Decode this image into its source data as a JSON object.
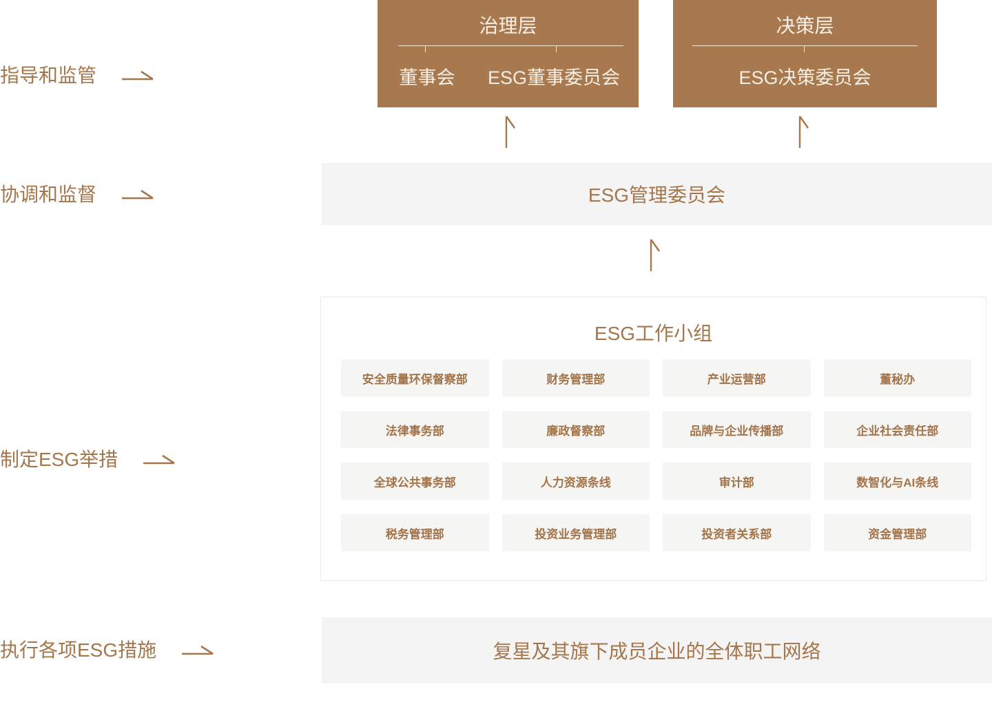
{
  "row_labels": [
    {
      "text": "指导和监管"
    },
    {
      "text": "协调和监督"
    },
    {
      "text": "制定ESG举措"
    },
    {
      "text": "执行各项ESG措施"
    }
  ],
  "governance_box": {
    "title": "治理层",
    "items": [
      "董事会",
      "ESG董事委员会"
    ]
  },
  "decision_box": {
    "title": "决策层",
    "items": [
      "ESG决策委员会"
    ]
  },
  "management_bar": {
    "label": "ESG管理委员会"
  },
  "working_group": {
    "title": "ESG工作小组",
    "departments": [
      "安全质量环保督察部",
      "财务管理部",
      "产业运营部",
      "董秘办",
      "法律事务部",
      "廉政督察部",
      "品牌与企业传播部",
      "企业社会责任部",
      "全球公共事务部",
      "人力资源条线",
      "审计部",
      "数智化与AI条线",
      "税务管理部",
      "投资业务管理部",
      "投资者关系部",
      "资金管理部"
    ]
  },
  "staff_bar": {
    "label": "复星及其旗下成员企业的全体职工网络"
  },
  "colors": {
    "brown_fill": "#a8794e",
    "cream_text": "#f6efe5",
    "brown_text": "#a5764b",
    "gray_bar": "#f4f4f4",
    "cell_bg": "#f5f5f3",
    "box_border": "#e9e9e9"
  }
}
